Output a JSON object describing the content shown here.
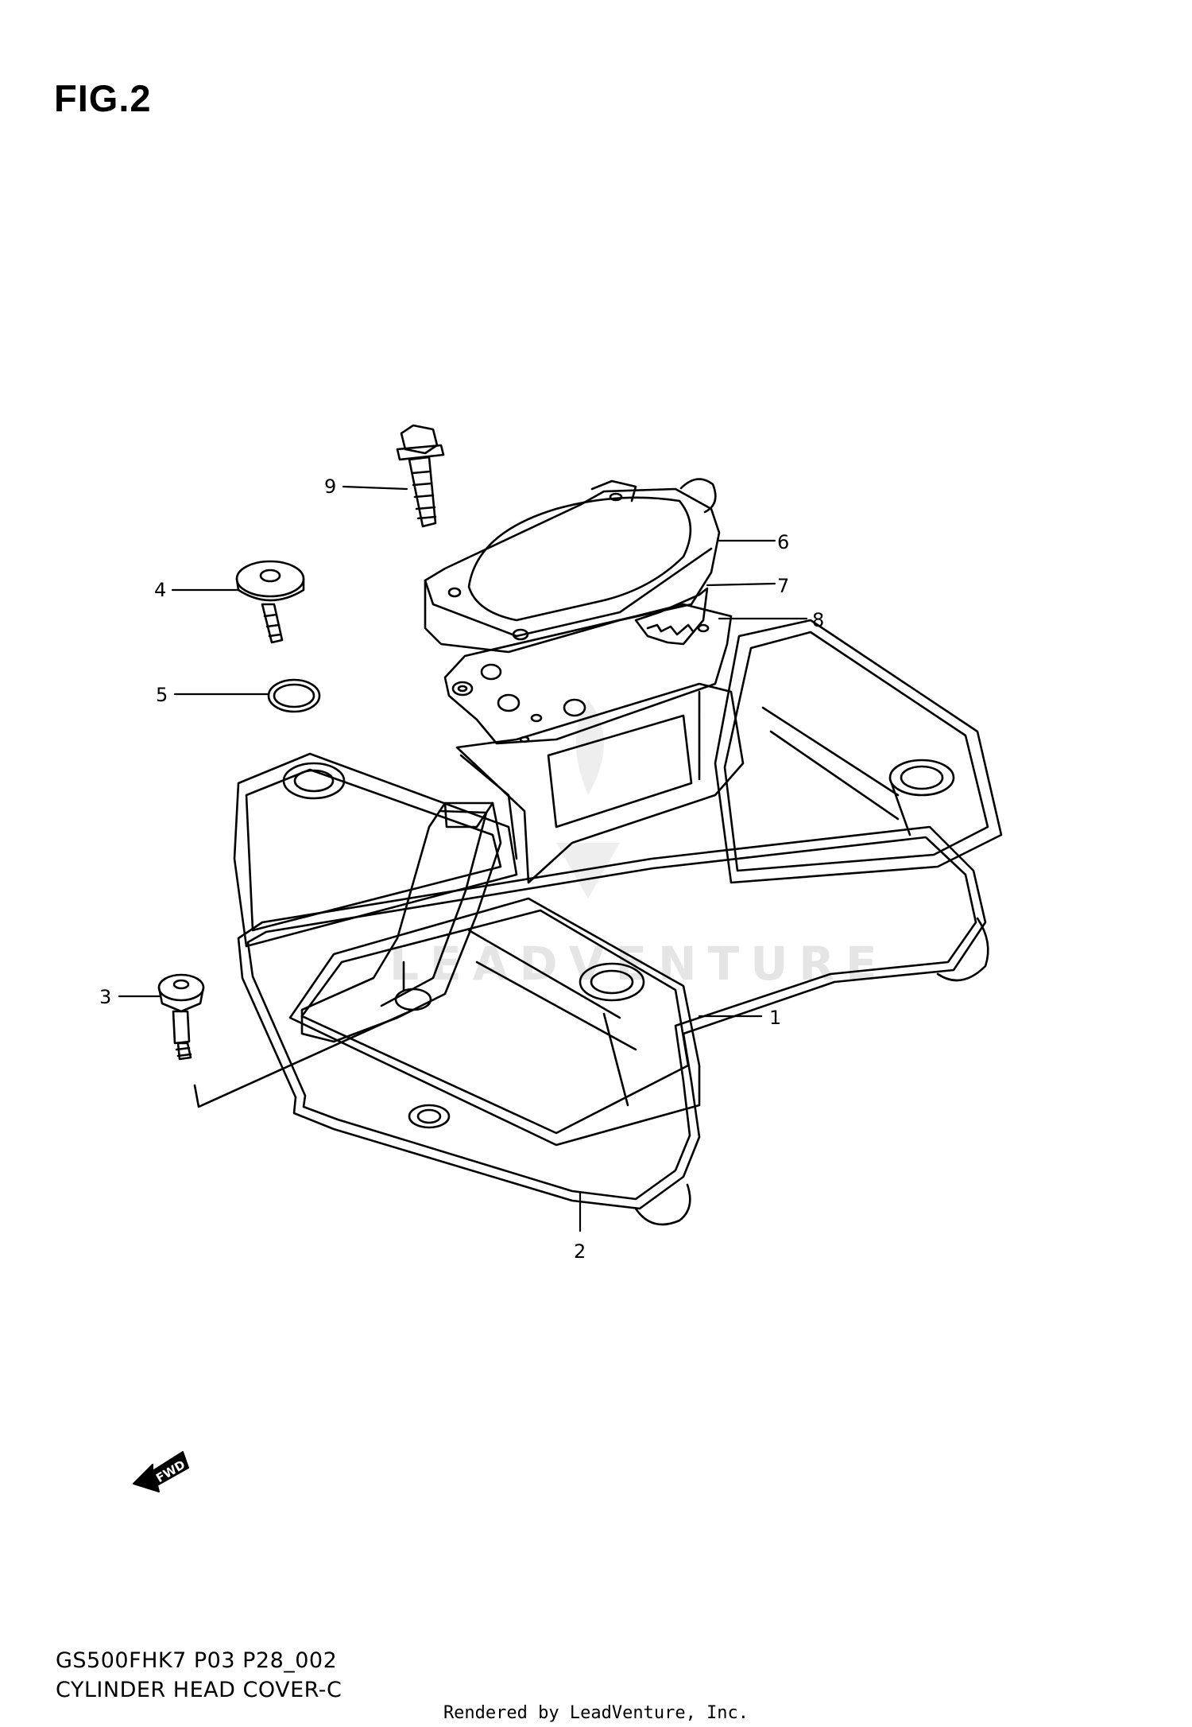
{
  "figure": {
    "title": "FIG.2"
  },
  "callouts": [
    {
      "id": "1",
      "label": "1"
    },
    {
      "id": "2",
      "label": "2"
    },
    {
      "id": "3",
      "label": "3"
    },
    {
      "id": "4",
      "label": "4"
    },
    {
      "id": "5",
      "label": "5"
    },
    {
      "id": "6",
      "label": "6"
    },
    {
      "id": "7",
      "label": "7"
    },
    {
      "id": "8",
      "label": "8"
    },
    {
      "id": "9",
      "label": "9"
    }
  ],
  "fwd_arrow": {
    "label": "FWD"
  },
  "watermark": {
    "text": "LEADVENTURE"
  },
  "footer": {
    "model_code": "GS500FHK7 P03 P28_002",
    "section_name": "CYLINDER HEAD COVER-C",
    "credit": "Rendered by LeadVenture, Inc."
  }
}
